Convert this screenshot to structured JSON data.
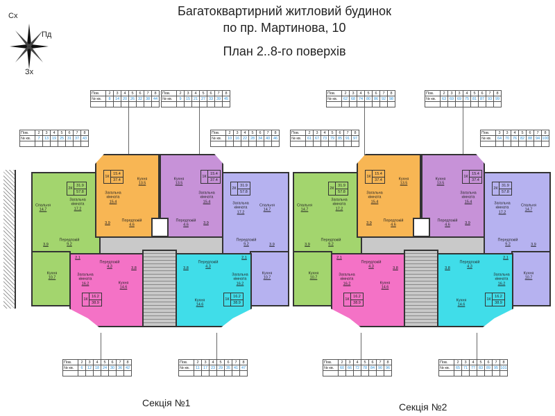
{
  "header": {
    "line1": "Багатоквартирний житловий будинок",
    "line2": "по пр. Мартинова, 10",
    "plan": "План 2..8-го поверхів"
  },
  "compass": {
    "north_east": "Сх",
    "south": "Пд",
    "west": "Зх"
  },
  "colors": {
    "green": "#a3d56e",
    "orange": "#f8b654",
    "purple": "#c792d8",
    "lavender": "#b6b2f0",
    "pink": "#f472c6",
    "cyan": "#40dde9",
    "corridor": "#c9c9c9"
  },
  "sections": [
    {
      "label": "Секція №1",
      "tables": [
        {
          "h1": "Пов.",
          "h2": "№ кв.",
          "floors": [
            "2",
            "3",
            "4",
            "5",
            "6",
            "7",
            "8"
          ],
          "apts": [
            "8",
            "14",
            "20",
            "26",
            "32",
            "38",
            "44"
          ]
        },
        {
          "h1": "Пов.",
          "h2": "№ кв.",
          "floors": [
            "2",
            "3",
            "4",
            "5",
            "6",
            "7",
            "8"
          ],
          "apts": [
            "9",
            "15",
            "21",
            "27",
            "33",
            "39",
            "45"
          ]
        },
        {
          "h1": "Пов.",
          "h2": "№ кв.",
          "floors": [
            "2",
            "3",
            "4",
            "5",
            "6",
            "7",
            "8"
          ],
          "apts": [
            "7",
            "13",
            "19",
            "25",
            "31",
            "37",
            "43"
          ]
        },
        {
          "h1": "Пов.",
          "h2": "№ кв.",
          "floors": [
            "2",
            "3",
            "4",
            "5",
            "6",
            "7",
            "8"
          ],
          "apts": [
            "10",
            "16",
            "22",
            "28",
            "34",
            "40",
            "46"
          ]
        },
        {
          "h1": "Пов.",
          "h2": "№ кв.",
          "floors": [
            "2",
            "3",
            "4",
            "5",
            "6",
            "7",
            "8"
          ],
          "apts": [
            "6",
            "12",
            "18",
            "24",
            "30",
            "36",
            "42"
          ]
        },
        {
          "h1": "Пов.",
          "h2": "№ кв.",
          "floors": [
            "2",
            "3",
            "4",
            "5",
            "6",
            "7",
            "8"
          ],
          "apts": [
            "11",
            "17",
            "23",
            "29",
            "35",
            "41",
            "47"
          ]
        }
      ],
      "apartments": [
        {
          "type": "2К",
          "living": "31.9",
          "total": "57.8",
          "bedroom": "Спальня",
          "bedroom_area": "14.7",
          "living_room": "Загальна кімната",
          "living_room_area": "17.2",
          "hall": "Передпокій",
          "hall_area": "9.2",
          "bath_area": "3.9",
          "wc_area": "2.1",
          "kitchen": "Кухня",
          "kitchen_area": "10.7"
        },
        {
          "type": "1К",
          "living": "15.4",
          "total": "37.4",
          "living_room": "Загальна кімната",
          "living_room_area": "15.4",
          "kitchen": "Кухня",
          "kitchen_area": "13.5",
          "hall": "Передпокій",
          "hall_area": "4.6",
          "bath_area": "3.9"
        },
        {
          "type": "1К",
          "living": "15.4",
          "total": "37.4",
          "living_room": "Загальна кімната",
          "living_room_area": "15.4",
          "kitchen": "Кухня",
          "kitchen_area": "13.5",
          "hall": "Передпокій",
          "hall_area": "4.6",
          "bath_area": "3.9"
        },
        {
          "type": "2К",
          "living": "31.9",
          "total": "57.8",
          "bedroom": "Спальня",
          "bedroom_area": "14.7",
          "living_room": "Загальна кімната",
          "living_room_area": "17.2",
          "hall": "Передпокій",
          "hall_area": "9.2",
          "bath_area": "3.9",
          "wc_area": "2.1",
          "kitchen": "Кухня",
          "kitchen_area": "10.7"
        },
        {
          "type": "1К",
          "living": "16.2",
          "total": "38.9",
          "living_room": "Загальна кімната",
          "living_room_area": "16.2",
          "kitchen": "Кухня",
          "kitchen_area": "14.6",
          "hall": "Передпокій",
          "hall_area": "4.3",
          "bath_area": "3.8"
        },
        {
          "type": "1К",
          "living": "16.2",
          "total": "38.9",
          "living_room": "Загальна кімната",
          "living_room_area": "16.2",
          "kitchen": "Кухня",
          "kitchen_area": "14.6",
          "hall": "Передпокій",
          "hall_area": "4.3",
          "bath_area": "3.8"
        }
      ]
    },
    {
      "label": "Секція №2",
      "tables": [
        {
          "h1": "Пов.",
          "h2": "№ кв.",
          "floors": [
            "2",
            "3",
            "4",
            "5",
            "6",
            "7",
            "8"
          ],
          "apts": [
            "62",
            "68",
            "74",
            "80",
            "86",
            "92",
            "98"
          ]
        },
        {
          "h1": "Пов.",
          "h2": "№ кв.",
          "floors": [
            "2",
            "3",
            "3",
            "4",
            "5",
            "6",
            "7",
            "8"
          ],
          "apts": [
            "63",
            "69",
            "69",
            "75",
            "81",
            "87",
            "93",
            "99"
          ]
        },
        {
          "h1": "Пов.",
          "h2": "№ кв.",
          "floors": [
            "2",
            "3",
            "4",
            "5",
            "6",
            "7",
            "8"
          ],
          "apts": [
            "61",
            "67",
            "73",
            "79",
            "85",
            "91",
            "97"
          ]
        },
        {
          "h1": "Пов.",
          "h2": "№ кв.",
          "floors": [
            "3",
            "3",
            "4",
            "5",
            "6",
            "7",
            "8"
          ],
          "apts": [
            "64",
            "70",
            "76",
            "82",
            "88",
            "94",
            "100"
          ]
        },
        {
          "h1": "Пов.",
          "h2": "№ кв.",
          "floors": [
            "2",
            "3",
            "4",
            "5",
            "6",
            "7",
            "8"
          ],
          "apts": [
            "60",
            "66",
            "72",
            "78",
            "84",
            "90",
            "96"
          ]
        },
        {
          "h1": "Пов.",
          "h2": "№ кв.",
          "floors": [
            "2",
            "3",
            "4",
            "5",
            "6",
            "7",
            "8"
          ],
          "apts": [
            "65",
            "71",
            "77",
            "83",
            "89",
            "95",
            "101"
          ]
        }
      ],
      "apartments": [
        {
          "type": "2К",
          "living": "31.9",
          "total": "57.8",
          "bedroom": "Спальня",
          "bedroom_area": "14.7",
          "living_room": "Загальна кімната",
          "living_room_area": "17.2",
          "hall": "Передпокій",
          "hall_area": "9.2",
          "bath_area": "3.9",
          "wc_area": "2.1",
          "kitchen": "Кухня",
          "kitchen_area": "10.7"
        },
        {
          "type": "1К",
          "living": "15.4",
          "total": "37.4",
          "living_room": "Загальна кімната",
          "living_room_area": "15.4",
          "kitchen": "Кухня",
          "kitchen_area": "13.5",
          "hall": "Передпокій",
          "hall_area": "4.6",
          "bath_area": "3.9"
        },
        {
          "type": "1К",
          "living": "15.4",
          "total": "37.4",
          "living_room": "Загальна кімната",
          "living_room_area": "15.4",
          "kitchen": "Кухня",
          "kitchen_area": "13.5",
          "hall": "Передпокій",
          "hall_area": "4.6",
          "bath_area": "3.9"
        },
        {
          "type": "2К",
          "living": "31.9",
          "total": "57.8",
          "bedroom": "Спальня",
          "bedroom_area": "14.7",
          "living_room": "Загальна кімната",
          "living_room_area": "17.2",
          "hall": "Передпокій",
          "hall_area": "9.2",
          "bath_area": "3.9",
          "wc_area": "2.1",
          "kitchen": "Кухня",
          "kitchen_area": "10.7"
        },
        {
          "type": "1К",
          "living": "16.2",
          "total": "38.9",
          "living_room": "Загальна кімната",
          "living_room_area": "16.2",
          "kitchen": "Кухня",
          "kitchen_area": "14.6",
          "hall": "Передпокій",
          "hall_area": "4.3",
          "bath_area": "3.8"
        },
        {
          "type": "1К",
          "living": "16.2",
          "total": "38.9",
          "living_room": "Загальна кімната",
          "living_room_area": "16.2",
          "kitchen": "Кухня",
          "kitchen_area": "14.6",
          "hall": "Передпокій",
          "hall_area": "4.3",
          "bath_area": "3.8"
        }
      ]
    }
  ]
}
